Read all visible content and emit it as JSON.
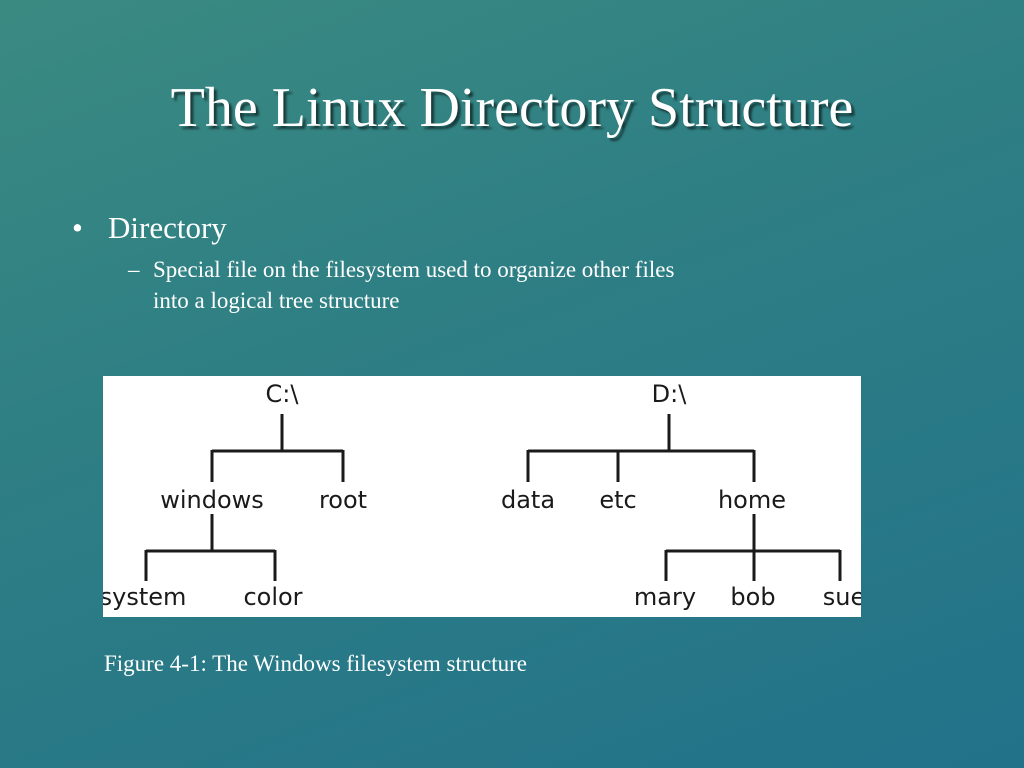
{
  "slide": {
    "title": "The Linux Directory Structure",
    "bullet_marker": "•",
    "sub_marker": "–",
    "bullet": "Directory",
    "sub_bullet_lines": [
      "Special file on the filesystem used to organize other files",
      "into a logical tree structure"
    ]
  },
  "diagram": {
    "c_drive": {
      "root": "C:\\",
      "children": [
        "windows",
        "root"
      ],
      "windows_children": [
        "system",
        "color"
      ]
    },
    "d_drive": {
      "root": "D:\\",
      "children": [
        "data",
        "etc",
        "home"
      ],
      "home_children": [
        "mary",
        "bob",
        "sue"
      ]
    }
  },
  "caption": "Figure 4-1: The Windows filesystem structure",
  "colors": {
    "background_start": "#3b8a82",
    "background_end": "#22728a",
    "text": "#ffffff",
    "figure_background": "#ffffff",
    "tree_line": "#1a1a1a"
  }
}
